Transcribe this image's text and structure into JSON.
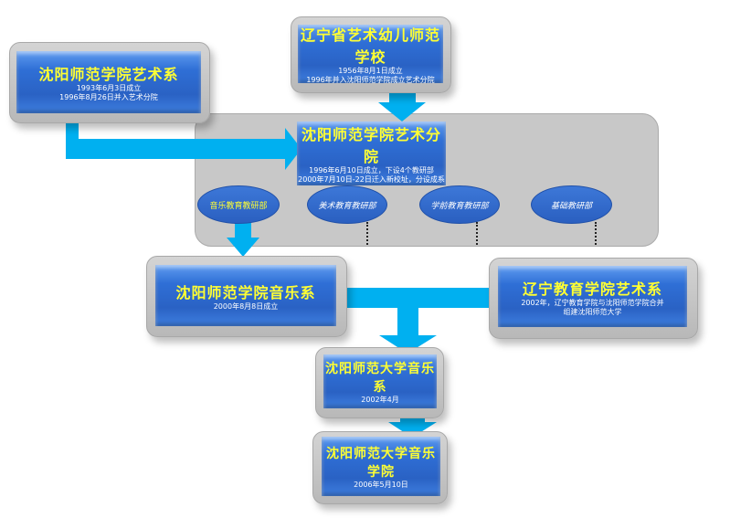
{
  "nodes": {
    "art_dept_1993": {
      "title": "沈阳师范学院艺术系",
      "lines": [
        "1993年6月3日成立",
        "1996年8月26日并入艺术分院"
      ]
    },
    "art_preschool": {
      "title": "辽宁省艺术幼儿师范学校",
      "lines": [
        "1956年8月1日成立",
        "1996年并入沈阳师范学院成立艺术分院"
      ]
    },
    "art_branch": {
      "title": "沈阳师范学院艺术分院",
      "lines": [
        "1996年6月10日成立，下设4个教研部",
        "2000年7月10日-22日迁入新校址，分设成系"
      ]
    },
    "departments": [
      "音乐教育教研部",
      "美术教育教研部",
      "学前教育教研部",
      "基础教研部"
    ],
    "music_dept_2000": {
      "title": "沈阳师范学院音乐系",
      "lines": [
        "2000年8月8日成立"
      ]
    },
    "liaoning_edu_art": {
      "title": "辽宁教育学院艺术系",
      "lines": [
        "2002年，辽宁教育学院与沈阳师范学院合并",
        "组建沈阳师范大学"
      ]
    },
    "univ_music_dept": {
      "title": "沈阳师范大学音乐系",
      "lines": [
        "2002年4月"
      ]
    },
    "music_college": {
      "title": "沈阳师范大学音乐学院",
      "lines": [
        "2006年5月10日"
      ]
    }
  },
  "colors": {
    "arrow": "#00b0f0",
    "title": "#ffff33",
    "box": "#2f6fd6"
  }
}
